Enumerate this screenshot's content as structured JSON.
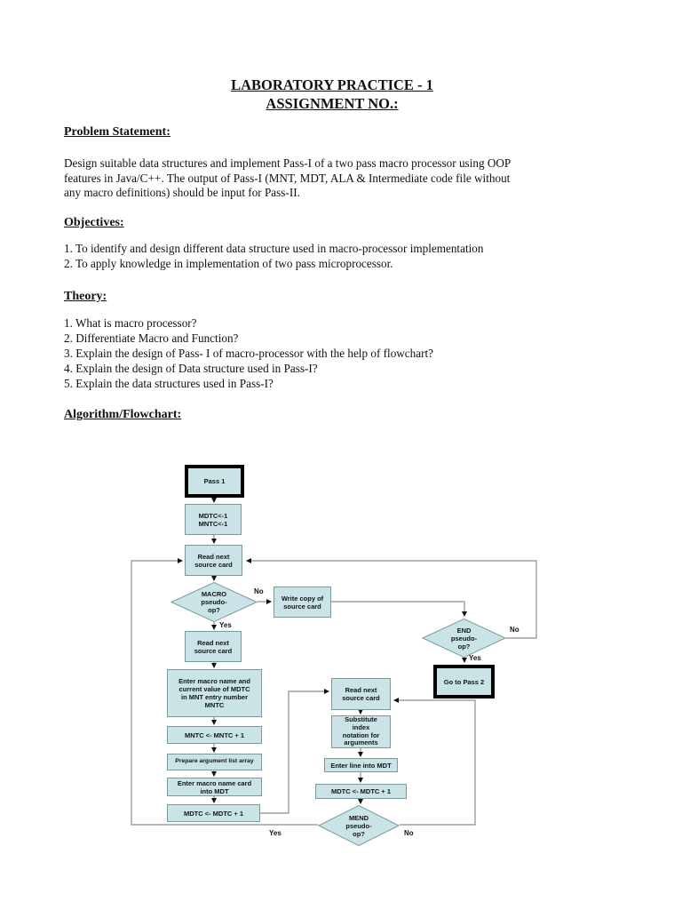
{
  "document": {
    "title_line1": "LABORATORY PRACTICE - 1",
    "title_line2": "ASSIGNMENT NO.:",
    "problem_statement": {
      "heading": "Problem Statement:",
      "body_lines": [
        "Design suitable data structures and implement Pass-I of a two pass macro processor using OOP",
        "features in Java/C++. The output of Pass-I (MNT, MDT, ALA & Intermediate code file without",
        "any macro definitions) should be input for Pass-II."
      ]
    },
    "objectives": {
      "heading": "Objectives:",
      "items": [
        "1. To identify and design different data structure used in macro-processor implementation",
        "2. To apply knowledge in implementation of two pass microprocessor."
      ]
    },
    "theory": {
      "heading": "Theory:",
      "items": [
        "1. What is macro processor?",
        "2. Differentiate Macro and Function?",
        "3. Explain the design of Pass- I of macro-processor with the help of flowchart?",
        "4. Explain the design of Data structure used in Pass-I?",
        "5. Explain the data structures used in Pass-I?"
      ]
    },
    "algorithm_heading": "Algorithm/Flowchart:"
  },
  "flowchart": {
    "nodes": {
      "pass1": "Pass 1",
      "init": "MDTC<-1\nMNTC<-1",
      "read1": "Read next\nsource card",
      "macro_decision": "MACRO\npseudo-\nop?",
      "write_copy": "Write copy of\nsource card",
      "read2": "Read next\nsource card",
      "enter_mnt": "Enter macro name and\ncurrent value of MDTC\nin MNT entry number\nMNTC",
      "mntc_inc": "MNTC <- MNTC + 1",
      "prep_args": "Prepare argument list array",
      "enter_card": "Enter macro name card\ninto MDT",
      "mdtc_inc_left": "MDTC <- MDTC + 1",
      "read3": "Read next\nsource card",
      "substitute": "Substitute\nindex\nnotation for\narguments",
      "enter_line": "Enter line into MDT",
      "mdtc_inc_right": "MDTC <- MDTC + 1",
      "mend_decision": "MEND\npseudo-\nop?",
      "end_decision": "END\npseudo-\nop?",
      "goto_pass2": "Go to Pass 2"
    },
    "labels": {
      "macro_no": "No",
      "macro_yes": "Yes",
      "end_no": "No",
      "end_yes": "Yes",
      "mend_yes": "Yes",
      "mend_no": "No"
    },
    "colors": {
      "node_fill": "#c9e3e6",
      "node_border": "#7c9a9e",
      "wire": "#8b8b8b",
      "arrow": "#111111"
    }
  }
}
